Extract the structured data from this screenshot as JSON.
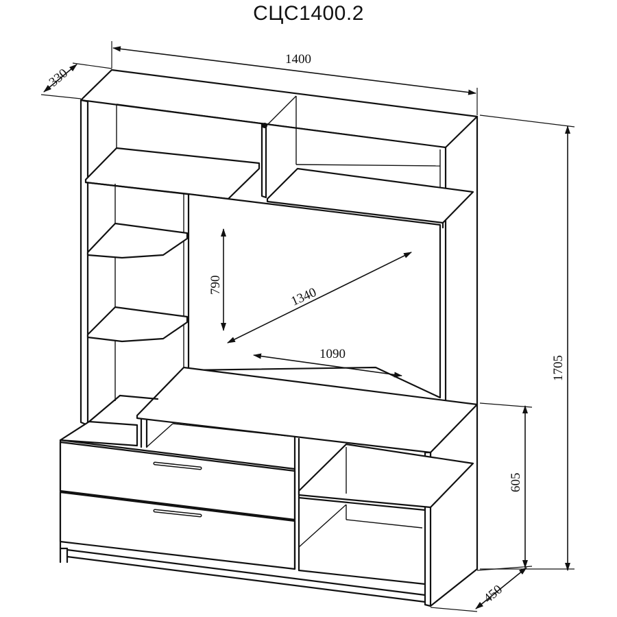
{
  "title": "СЦС1400.2",
  "dimensions": {
    "width": "1400",
    "depth_top": "330",
    "height": "1705",
    "base_height": "605",
    "depth_base": "450",
    "tv_diagonal": "1340",
    "tv_height": "790",
    "tv_width": "1090"
  }
}
